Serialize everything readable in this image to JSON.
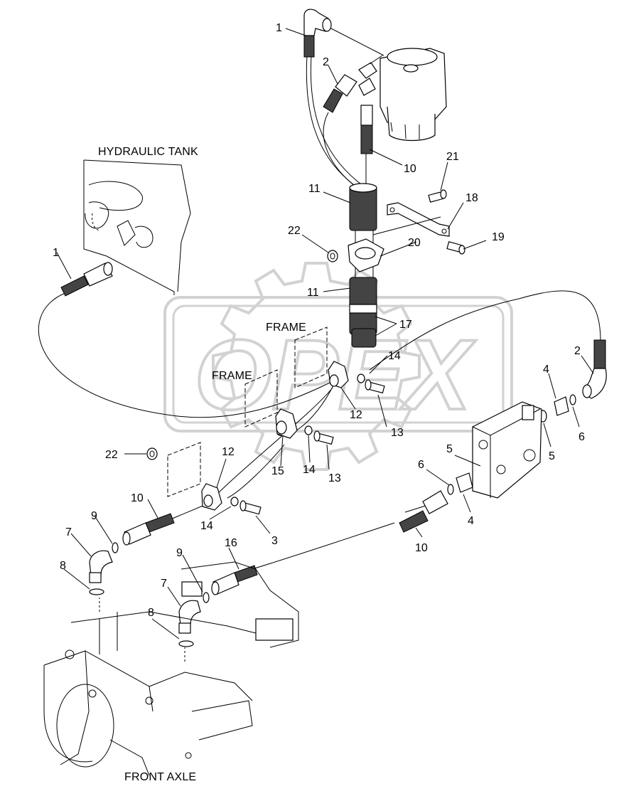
{
  "titles": {
    "hydraulic_tank": "HYDRAULIC TANK",
    "frame_upper": "FRAME",
    "frame_lower": "FRAME",
    "front_axle": "FRONT AXLE"
  },
  "watermark": "OPEX",
  "colors": {
    "ink": "#000000",
    "hose": "#444444",
    "watermark": "#d2d2d2"
  },
  "callouts": {
    "c1a": "1",
    "c1b": "1",
    "c2a": "2",
    "c2b": "2",
    "c3": "3",
    "c4a": "4",
    "c4b": "4",
    "c5a": "5",
    "c5b": "5",
    "c6a": "6",
    "c6b": "6",
    "c7a": "7",
    "c7b": "7",
    "c8a": "8",
    "c8b": "8",
    "c9a": "9",
    "c9b": "9",
    "c10a": "10",
    "c10b": "10",
    "c10c": "10",
    "c11a": "11",
    "c11b": "11",
    "c12a": "12",
    "c12b": "12",
    "c13a": "13",
    "c13b": "13",
    "c14a": "14",
    "c14b": "14",
    "c14c": "14",
    "c15": "15",
    "c16": "16",
    "c17": "17",
    "c18": "18",
    "c19": "19",
    "c20": "20",
    "c21": "21",
    "c22a": "22",
    "c22b": "22"
  }
}
